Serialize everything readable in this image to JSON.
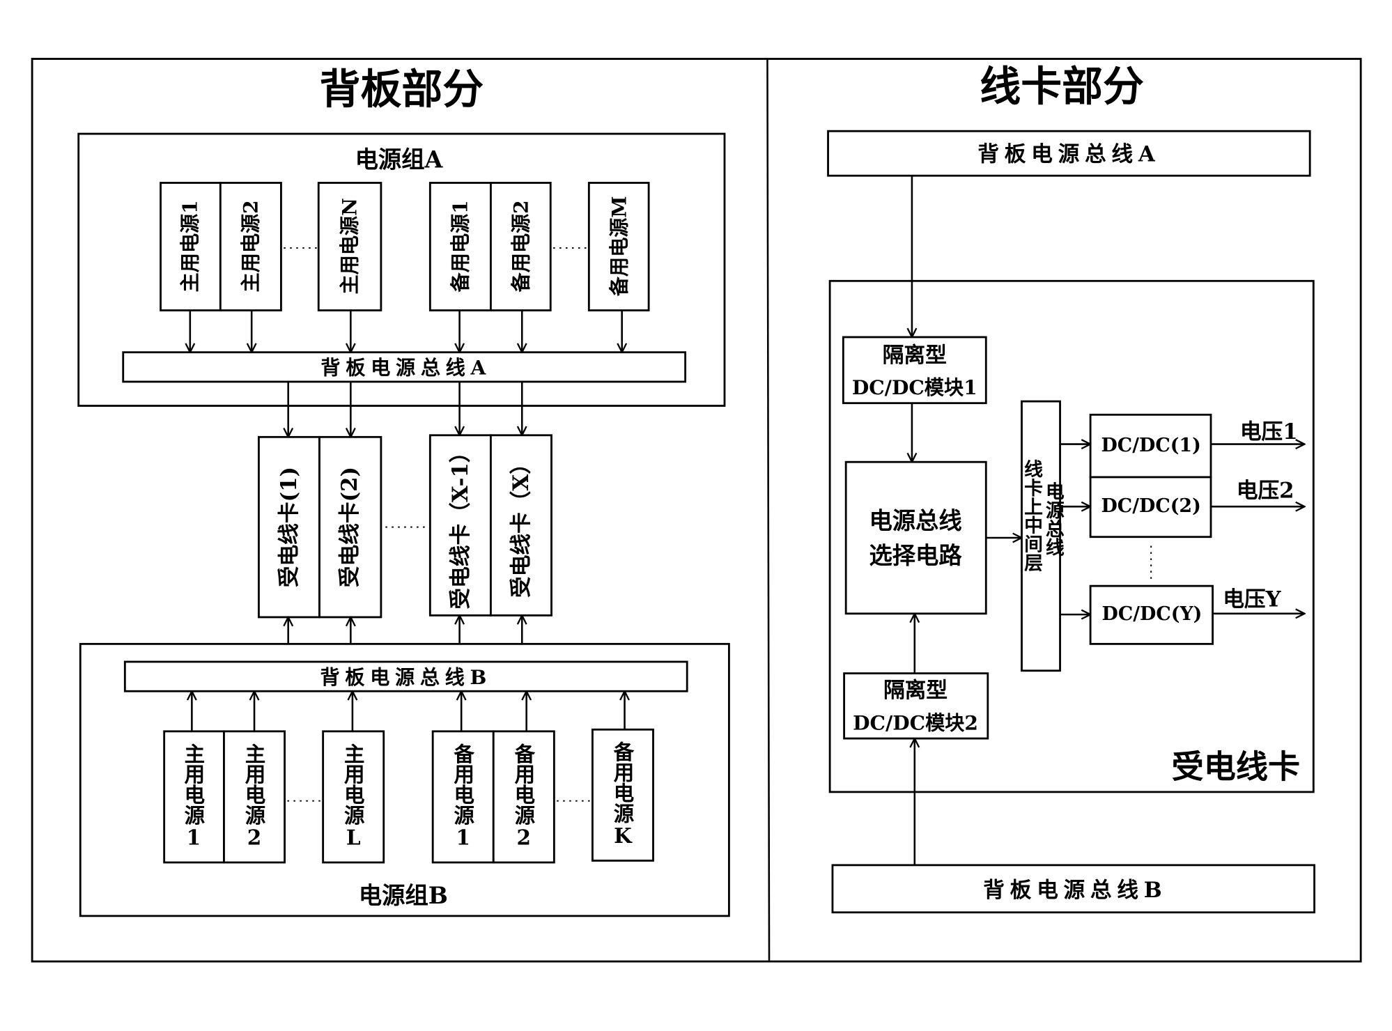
{
  "backplane": {
    "title": "背板部分",
    "group_a": {
      "label": "电源组A",
      "supplies": [
        "主用电源1",
        "主用电源2",
        "主用电源N",
        "备用电源1",
        "备用电源2",
        "备用电源M"
      ],
      "bus": "背板电源总线A"
    },
    "line_cards": [
      "受电线卡(1)",
      "受电线卡(2)",
      "受电线卡（X-1）",
      "受电线卡（X）"
    ],
    "group_b": {
      "label": "电源组B",
      "supplies": [
        "主用电源1",
        "主用电源2",
        "主用电源L",
        "备用电源1",
        "备用电源2",
        "备用电源K"
      ],
      "bus": "背板电源总线B"
    }
  },
  "linecard": {
    "title": "线卡部分",
    "bus_a": "背板电源总线A",
    "bus_b": "背板电源总线B",
    "card_label": "受电线卡",
    "iso1": [
      "隔离型",
      "DC/DC模块1"
    ],
    "iso2": [
      "隔离型",
      "DC/DC模块2"
    ],
    "selector": [
      "电源总线",
      "选择电路"
    ],
    "mid_layer": [
      "线卡上中间层",
      "电源总线"
    ],
    "dcdc": [
      "DC/DC(1)",
      "DC/DC(2)",
      "DC/DC(Y)"
    ],
    "outputs": [
      "电压1",
      "电压2",
      "电压Y"
    ]
  }
}
